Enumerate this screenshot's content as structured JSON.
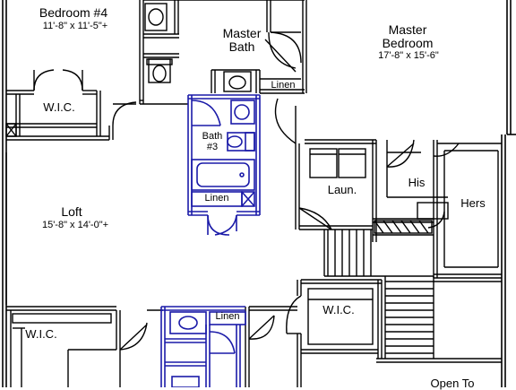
{
  "rooms": {
    "bedroom4": {
      "name": "Bedroom #4",
      "dims": "11'-8\" x 11'-5\"+"
    },
    "master_bath": {
      "name": "Master Bath"
    },
    "master_bedroom": {
      "name": "Master Bedroom",
      "dims": "17'-8\" x 15'-6\""
    },
    "linen_master": {
      "name": "Linen"
    },
    "wic_upper": {
      "name": "W.I.C."
    },
    "bath3": {
      "name": "Bath #3"
    },
    "linen_bath3": {
      "name": "Linen"
    },
    "laundry": {
      "name": "Laun."
    },
    "his": {
      "name": "His"
    },
    "hers": {
      "name": "Hers"
    },
    "loft": {
      "name": "Loft",
      "dims": "15'-8\" x 14'-0\"+"
    },
    "wic_lower_left": {
      "name": "W.I.C."
    },
    "linen_lower": {
      "name": "Linen"
    },
    "wic_lower_mid": {
      "name": "W.I.C."
    },
    "open_to": {
      "name": "Open To"
    }
  },
  "colors": {
    "wall": "#000000",
    "highlight": "#1a1aa8",
    "background": "#ffffff"
  }
}
